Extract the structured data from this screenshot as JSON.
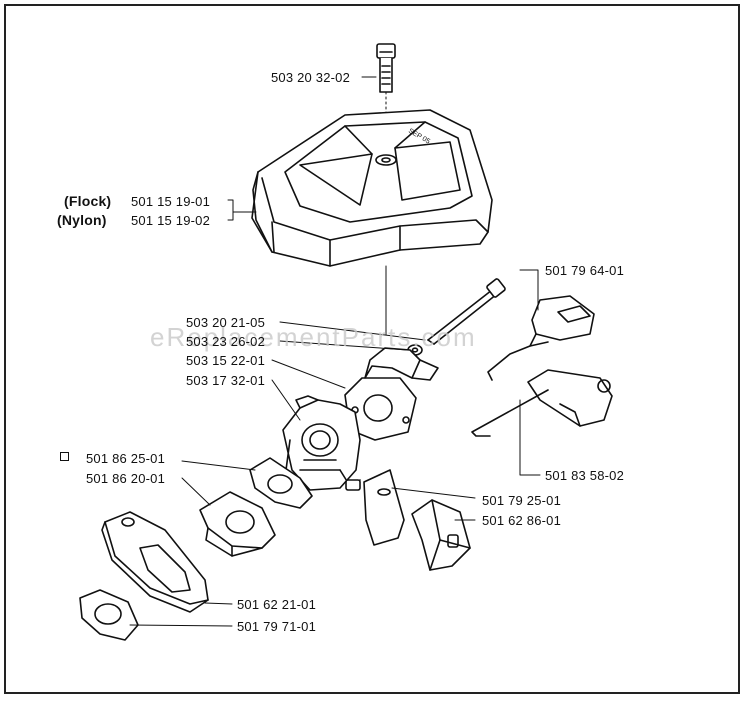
{
  "watermark": "eReplacementParts.com",
  "labels": {
    "bolt": "503 20 32-02",
    "flock_tag": "(Flock)",
    "flock_part": "501 15 19-01",
    "nylon_tag": "(Nylon)",
    "nylon_part": "501 15 19-02",
    "screw": "503 20 21-05",
    "washer": "503 23 26-02",
    "intake": "503 15 22-01",
    "carburetor": "503 17 32-01",
    "gasket_a": "501 86 25-01",
    "gasket_b": "501 86 20-01",
    "throttle_lever": "501 79 64-01",
    "choke_rod": "501 83 58-02",
    "plate": "501 79 25-01",
    "filter": "501 62 86-01",
    "insulator": "501 62 21-01",
    "seal": "501 79 71-01"
  }
}
